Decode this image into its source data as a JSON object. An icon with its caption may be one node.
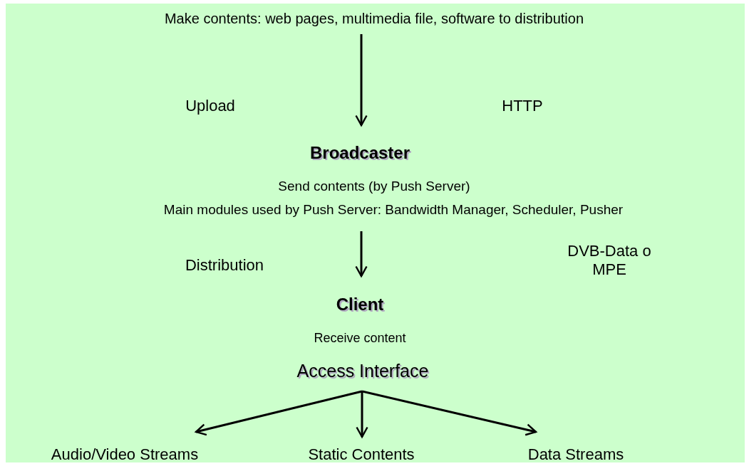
{
  "diagram": {
    "nodes": [
      {
        "text": [
          "Make contents: web pages, multimedia file, software to distribution"
        ]
      },
      {
        "text": [
          "Broadcaster",
          "Send contents (by Push Server)",
          "Main modules used by Push Server: Bandwidth Manager, Scheduler, Pusher"
        ]
      },
      {
        "text": [
          "Client",
          "Receive content",
          "Access Interface"
        ]
      },
      {
        "text": [
          "Audio/Video Streams"
        ]
      },
      {
        "text": [
          "Static Contents"
        ]
      },
      {
        "text": [
          "Data Streams"
        ]
      }
    ],
    "edges": [
      {
        "from": 0,
        "to": 1,
        "arrow": "to"
      },
      {
        "from": 1,
        "to": 2,
        "arrow": "to"
      },
      {
        "from": 2,
        "to": 3,
        "arrow": "to"
      },
      {
        "from": 2,
        "to": 4,
        "arrow": "to"
      },
      {
        "from": 2,
        "to": 5,
        "arrow": "to"
      }
    ],
    "labels": [
      "Upload",
      "HTTP",
      "Distribution",
      "DVB-Data o MPE"
    ]
  }
}
